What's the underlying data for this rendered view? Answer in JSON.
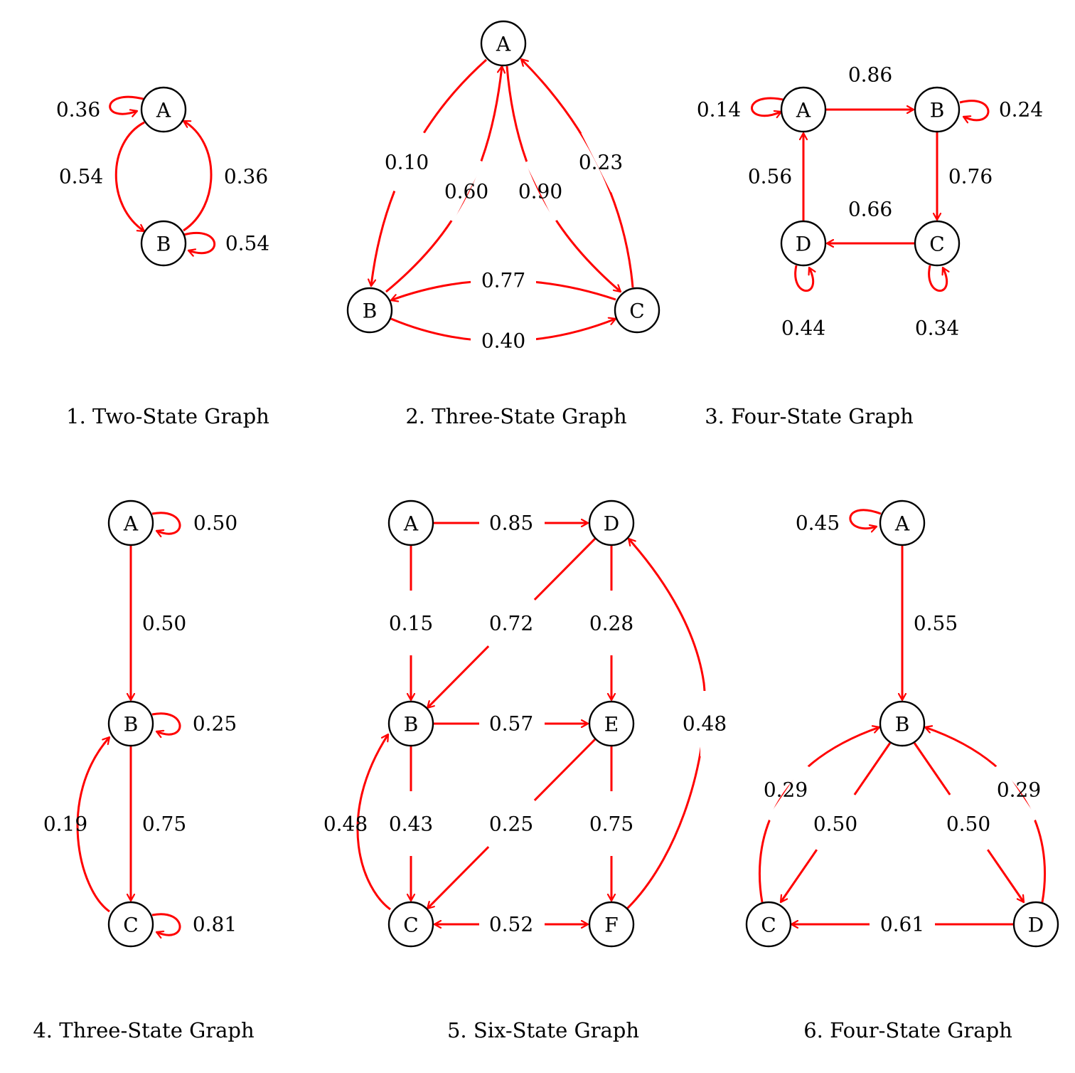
{
  "colors": {
    "edge": "#ff0000",
    "node_stroke": "#000000",
    "background": "#ffffff"
  },
  "graphs": [
    {
      "caption": "1.  Two-State Graph",
      "nodes": [
        "A",
        "B"
      ],
      "edges": [
        {
          "from": "A",
          "to": "A",
          "label": "0.36"
        },
        {
          "from": "A",
          "to": "B",
          "label": "0.54"
        },
        {
          "from": "B",
          "to": "A",
          "label": "0.36"
        },
        {
          "from": "B",
          "to": "B",
          "label": "0.54"
        }
      ]
    },
    {
      "caption": "2.  Three-State Graph",
      "nodes": [
        "A",
        "B",
        "C"
      ],
      "edges": [
        {
          "from": "A",
          "to": "B",
          "label": "0.10"
        },
        {
          "from": "B",
          "to": "A",
          "label": "0.60"
        },
        {
          "from": "A",
          "to": "C",
          "label": "0.90"
        },
        {
          "from": "C",
          "to": "A",
          "label": "0.23"
        },
        {
          "from": "C",
          "to": "B",
          "label": "0.77"
        },
        {
          "from": "B",
          "to": "C",
          "label": "0.40"
        }
      ]
    },
    {
      "caption": "3.  Four-State Graph",
      "nodes": [
        "A",
        "B",
        "C",
        "D"
      ],
      "edges": [
        {
          "from": "A",
          "to": "A",
          "label": "0.14"
        },
        {
          "from": "A",
          "to": "B",
          "label": "0.86"
        },
        {
          "from": "B",
          "to": "B",
          "label": "0.24"
        },
        {
          "from": "B",
          "to": "C",
          "label": "0.76"
        },
        {
          "from": "C",
          "to": "D",
          "label": "0.66"
        },
        {
          "from": "D",
          "to": "A",
          "label": "0.56"
        },
        {
          "from": "D",
          "to": "D",
          "label": "0.44"
        },
        {
          "from": "C",
          "to": "C",
          "label": "0.34"
        }
      ]
    },
    {
      "caption": "4.  Three-State Graph",
      "nodes": [
        "A",
        "B",
        "C"
      ],
      "edges": [
        {
          "from": "A",
          "to": "A",
          "label": "0.50"
        },
        {
          "from": "A",
          "to": "B",
          "label": "0.50"
        },
        {
          "from": "B",
          "to": "B",
          "label": "0.25"
        },
        {
          "from": "B",
          "to": "C",
          "label": "0.75"
        },
        {
          "from": "C",
          "to": "B",
          "label": "0.19"
        },
        {
          "from": "C",
          "to": "C",
          "label": "0.81"
        }
      ]
    },
    {
      "caption": "5.  Six-State Graph",
      "nodes": [
        "A",
        "B",
        "C",
        "D",
        "E",
        "F"
      ],
      "edges": [
        {
          "from": "A",
          "to": "D",
          "label": "0.85"
        },
        {
          "from": "A",
          "to": "B",
          "label": "0.15"
        },
        {
          "from": "D",
          "to": "B",
          "label": "0.72"
        },
        {
          "from": "D",
          "to": "E",
          "label": "0.28"
        },
        {
          "from": "F",
          "to": "D",
          "label": "0.48"
        },
        {
          "from": "B",
          "to": "E",
          "label": "0.57"
        },
        {
          "from": "C",
          "to": "B",
          "label": "0.48"
        },
        {
          "from": "B",
          "to": "C",
          "label": "0.43"
        },
        {
          "from": "E",
          "to": "C",
          "label": "0.25"
        },
        {
          "from": "E",
          "to": "F",
          "label": "0.75"
        },
        {
          "from": "C",
          "to": "F",
          "label": "0.52"
        }
      ]
    },
    {
      "caption": "6.  Four-State Graph",
      "nodes": [
        "A",
        "B",
        "C",
        "D"
      ],
      "edges": [
        {
          "from": "A",
          "to": "A",
          "label": "0.45"
        },
        {
          "from": "A",
          "to": "B",
          "label": "0.55"
        },
        {
          "from": "C",
          "to": "B",
          "label": "0.29"
        },
        {
          "from": "B",
          "to": "C",
          "label": "0.50"
        },
        {
          "from": "B",
          "to": "D",
          "label": "0.50"
        },
        {
          "from": "D",
          "to": "B",
          "label": "0.29"
        },
        {
          "from": "D",
          "to": "C",
          "label": "0.61"
        }
      ]
    }
  ]
}
